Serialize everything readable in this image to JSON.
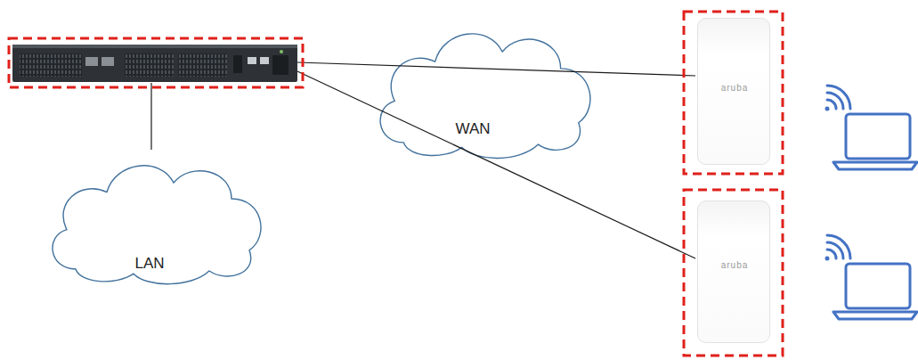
{
  "diagram": {
    "nodes": [
      {
        "text": [
          "LAN"
        ]
      },
      {
        "text": [
          "WAN"
        ]
      },
      {
        "text": [
          "aruba"
        ]
      },
      {
        "text": [
          "aruba"
        ]
      }
    ]
  }
}
